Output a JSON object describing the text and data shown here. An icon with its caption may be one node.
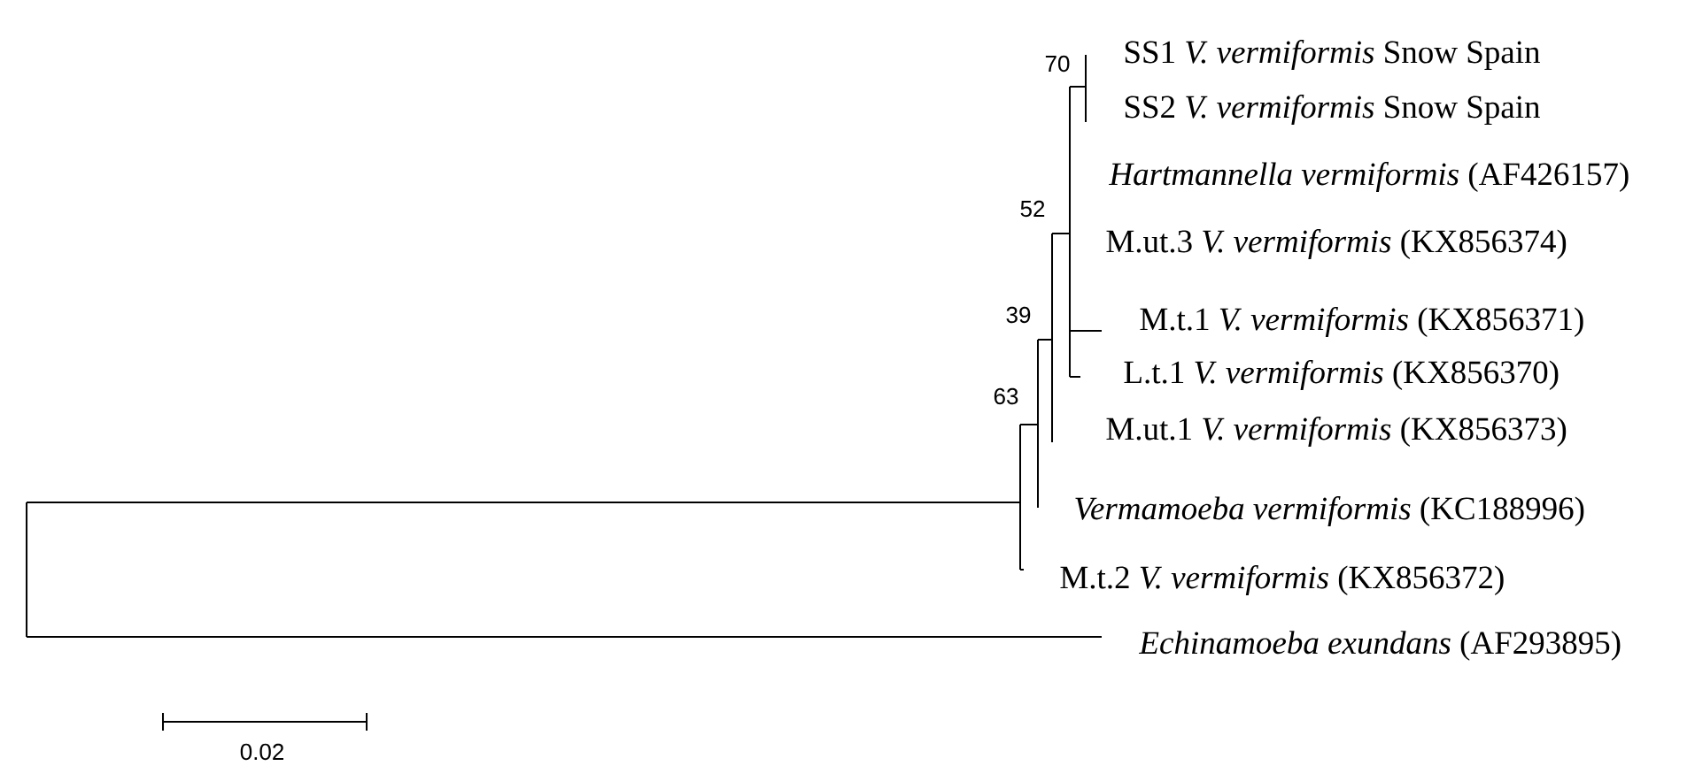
{
  "diagram": {
    "labels": [
      "70",
      "SS1 *V. vermiformis* Snow Spain",
      "SS2 *V. vermiformis* Snow Spain",
      "*Hartmannella vermiformis* (AF426157)",
      "52",
      "M.ut.3 *V. vermiformis* (KX856374)",
      "39",
      "M.t.1 *V. vermiformis* (KX856371)",
      "L.t.1 *V. vermiformis* (KX856370)",
      "63",
      "M.ut.1 *V. vermiformis* (KX856373)",
      "*Vermamoeba vermiformis* (KC188996)",
      "M.t.2 *V. vermiformis* (KX856372)",
      "*Echinamoeba exundans* (AF293895)",
      "0.02"
    ]
  }
}
